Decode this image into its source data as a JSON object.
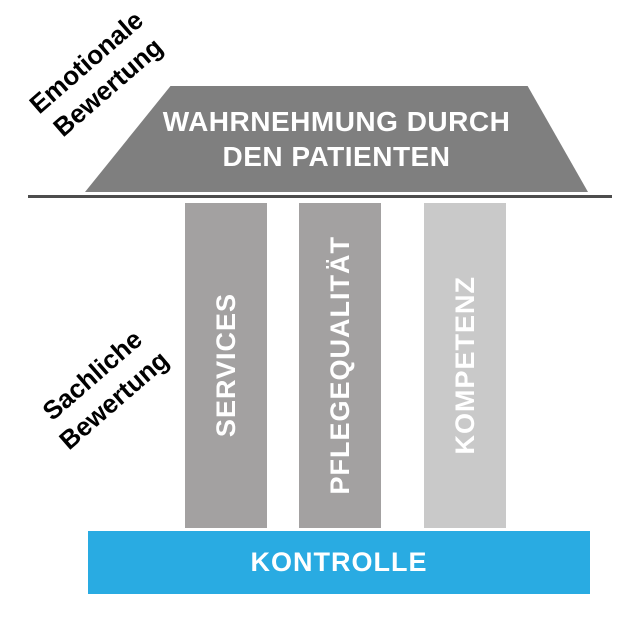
{
  "colors": {
    "roof_gray": "#7f7f7f",
    "pillar_gray": "#a3a1a1",
    "pillar_light_gray": "#c9c9c9",
    "base_cyan": "#29abe2",
    "divider_dark": "#4d4d4d",
    "text_white": "#ffffff",
    "text_black": "#000000"
  },
  "side_labels": {
    "emotional": {
      "line1": "Emotionale",
      "line2": "Bewertung"
    },
    "factual": {
      "line1": "Sachliche",
      "line2": "Bewertung"
    }
  },
  "roof": {
    "title": "WAHRNEHMUNG DURCH DEN PATIENTEN"
  },
  "pillars": [
    {
      "label": "SERVICES"
    },
    {
      "label": "PFLEGEQUALITÄT"
    },
    {
      "label": "KOMPETENZ"
    }
  ],
  "base": {
    "label": "KONTROLLE"
  }
}
